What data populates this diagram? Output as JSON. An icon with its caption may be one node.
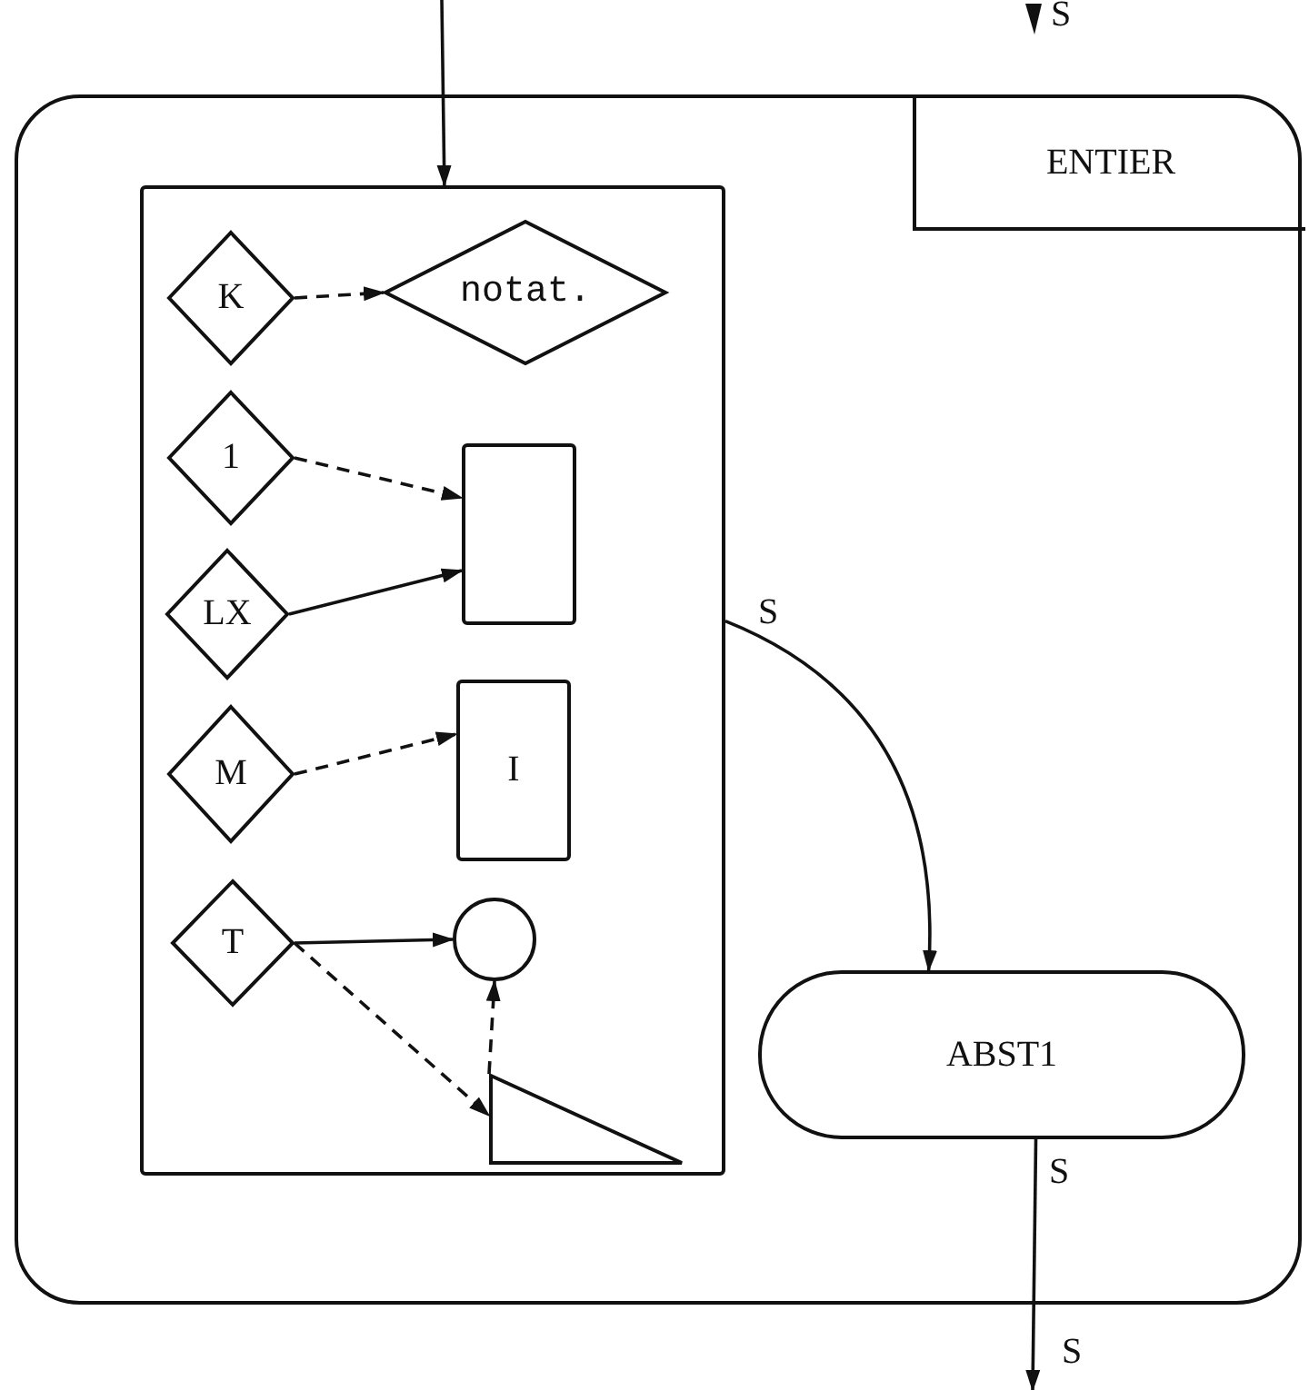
{
  "diagram": {
    "nodes": [
      {
        "text": [],
        "shape": "box"
      },
      {
        "text": [
          "ENTIER"
        ],
        "in": 0
      },
      {
        "text": [],
        "shape": "box",
        "in": 0
      },
      {
        "text": [
          "K"
        ],
        "in": 2
      },
      {
        "text": [
          "notat."
        ],
        "in": 2
      },
      {
        "text": [
          "1"
        ],
        "in": 2
      },
      {
        "text": [],
        "shape": "box",
        "in": 2
      },
      {
        "text": [
          "LX"
        ],
        "in": 2
      },
      {
        "text": [
          "M"
        ],
        "in": 2
      },
      {
        "text": [
          "I"
        ],
        "in": 2
      },
      {
        "text": [
          "T"
        ],
        "in": 2
      },
      {
        "text": [],
        "shape": "circle",
        "in": 2
      },
      {
        "text": [],
        "shape": "triangle",
        "in": 2
      },
      {
        "text": [
          "ABST1"
        ],
        "in": 0
      }
    ],
    "edges": [
      {
        "from": null,
        "to": 2,
        "arrow": "to"
      },
      {
        "from": 3,
        "to": 4,
        "arrow": "to",
        "style": "dashed"
      },
      {
        "from": 5,
        "to": 6,
        "arrow": "to",
        "style": "dashed"
      },
      {
        "from": 7,
        "to": 6,
        "arrow": "to"
      },
      {
        "from": 8,
        "to": 9,
        "arrow": "to",
        "style": "dashed"
      },
      {
        "from": 10,
        "to": 11,
        "arrow": "to"
      },
      {
        "from": 10,
        "to": 12,
        "arrow": "to",
        "style": "dashed"
      },
      {
        "from": 12,
        "to": 11,
        "arrow": "to",
        "style": "dashed"
      },
      {
        "from": 2,
        "to": 13,
        "arrow": "to",
        "label": "S"
      },
      {
        "from": 13,
        "to": null,
        "arrow": "to",
        "label": "S"
      }
    ],
    "labels": [
      "S",
      "S"
    ]
  }
}
